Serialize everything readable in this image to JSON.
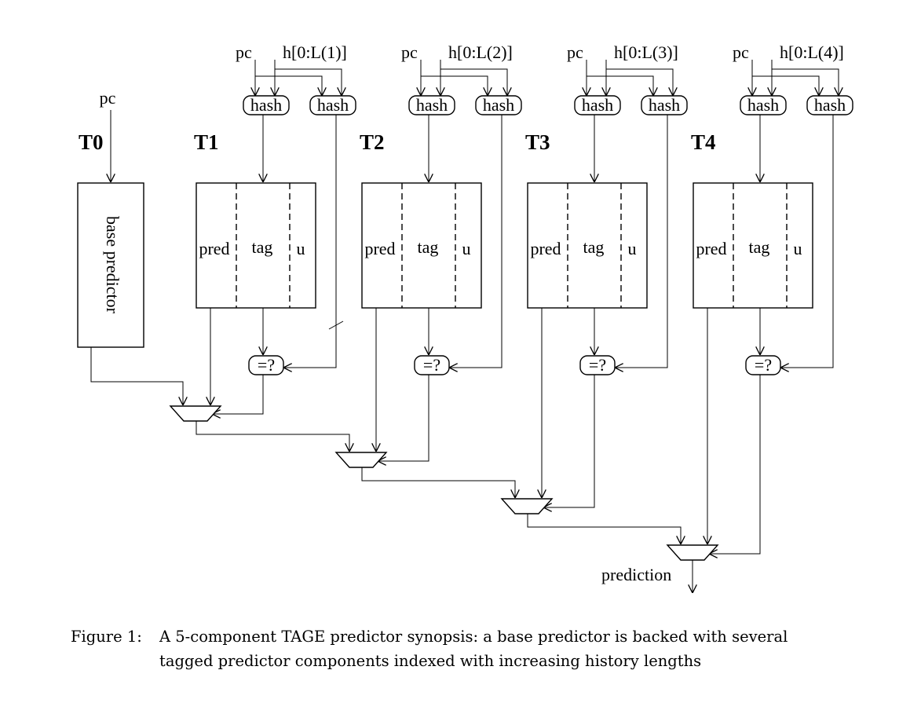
{
  "diagram": {
    "base_component": {
      "name": "T0",
      "input": "pc",
      "box_label": "base predictor"
    },
    "tagged_components": [
      {
        "name": "T1",
        "pc": "pc",
        "history": "h[0:L(1)]"
      },
      {
        "name": "T2",
        "pc": "pc",
        "history": "h[0:L(2)]"
      },
      {
        "name": "T3",
        "pc": "pc",
        "history": "h[0:L(3)]"
      },
      {
        "name": "T4",
        "pc": "pc",
        "history": "h[0:L(4)]"
      }
    ],
    "hash_label": "hash",
    "compare_label": "=?",
    "fields": {
      "pred": "pred",
      "tag": "tag",
      "u": "u"
    },
    "output_label": "prediction"
  },
  "caption": {
    "label": "Figure 1:",
    "line1": "A 5-component TAGE predictor synopsis: a base predictor is backed with several",
    "line2": "tagged predictor components indexed with increasing history lengths"
  }
}
